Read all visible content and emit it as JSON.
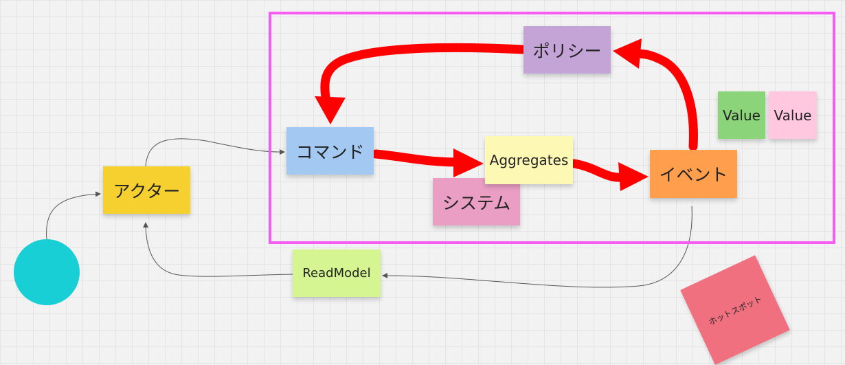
{
  "colors": {
    "frame": "#f55cf2",
    "red_arrow": "#ff0000",
    "connector": "#555555",
    "actor": "#f5d02f",
    "command": "#a3c9f2",
    "aggregate": "#fdf9b5",
    "system": "#ea9ec4",
    "event": "#ff9f4d",
    "policy": "#c4a4d6",
    "value_green": "#8bd47a",
    "value_pink": "#ffc8de",
    "readmodel": "#d5f592",
    "hotspot": "#f0707f",
    "circle": "#19cfd6"
  },
  "stickies": {
    "actor": "アクター",
    "command": "コマンド",
    "aggregate": "Aggregates",
    "system": "システム",
    "event": "イベント",
    "policy": "ポリシー",
    "value_green": "Value",
    "value_pink": "Value",
    "readmodel": "ReadModel",
    "hotspot": "ホットスポット"
  }
}
